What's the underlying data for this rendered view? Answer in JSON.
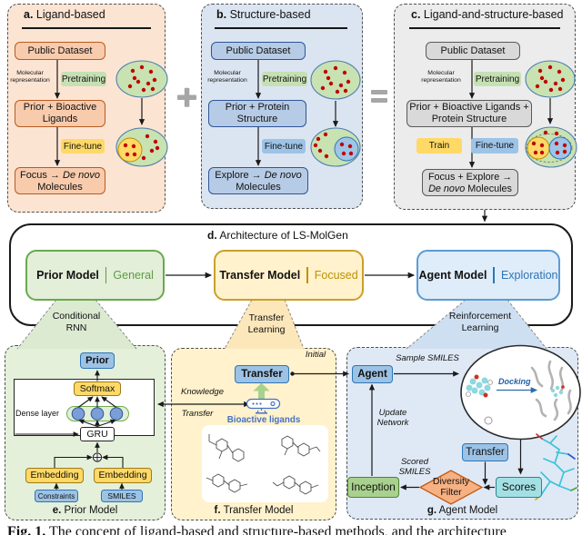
{
  "operators": {
    "plus": "+",
    "equals": "="
  },
  "panel_a": {
    "label": "a.",
    "title": "Ligand-based",
    "public_dataset": "Public Dataset",
    "molecular_representation": "Molecular\nrepresentation",
    "pretraining": "Pretraining",
    "prior_box": "Prior + Bioactive Ligands",
    "finetune": "Fine-tune",
    "result": {
      "prefix": "Focus → ",
      "italic": "De novo",
      "suffix": " Molecules"
    }
  },
  "panel_b": {
    "label": "b.",
    "title": "Structure-based",
    "public_dataset": "Public Dataset",
    "molecular_representation": "Molecular\nrepresentation",
    "pretraining": "Pretraining",
    "prior_box": "Prior + Protein Structure",
    "finetune": "Fine-tune",
    "result": {
      "prefix": "Explore → ",
      "italic": "De novo",
      "suffix": " Molecules"
    }
  },
  "panel_c": {
    "label": "c.",
    "title": "Ligand-and-structure-based",
    "public_dataset": "Public Dataset",
    "molecular_representation": "Molecular\nrepresentation",
    "pretraining": "Pretraining",
    "prior_box": "Prior + Bioactive Ligands + Protein Structure",
    "train": "Train",
    "finetune": "Fine-tune",
    "result": {
      "prefix": "Focus + Explore → ",
      "italic": "De novo",
      "suffix": " Molecules"
    }
  },
  "panel_d": {
    "label": "d.",
    "title": "Architecture of LS-MolGen",
    "prior_model": {
      "name": "Prior Model",
      "tag": "General"
    },
    "transfer_model": {
      "name": "Transfer Model",
      "tag": "Focused"
    },
    "agent_model": {
      "name": "Agent Model",
      "tag": "Exploration"
    },
    "funnel_conditional_rnn": "Conditional\nRNN",
    "funnel_transfer_learning": "Transfer\nLearning",
    "funnel_reinforcement_learning": "Reinforcement\nLearning"
  },
  "panel_e": {
    "label": "e.",
    "caption": "Prior Model",
    "prior": "Prior",
    "softmax": "Softmax",
    "dense_layer": "Dense layer",
    "gru": "GRU",
    "embedding_left": "Embedding",
    "embedding_right": "Embedding",
    "constraints": "Constraints",
    "smiles": "SMILES"
  },
  "panel_f": {
    "label": "f.",
    "caption": "Transfer Model",
    "transfer": "Transfer",
    "initial": "Initial",
    "knowledge": "Knowledge",
    "transfer_word": "Transfer",
    "bioactive_ligands": "Bioactive ligands"
  },
  "panel_g": {
    "label": "g.",
    "caption": "Agent Model",
    "agent": "Agent",
    "sample_smiles": "Sample SMILES",
    "docking": "Docking",
    "transfer": "Transfer",
    "scores": "Scores",
    "diversity_filter": "Diversity\nFilter",
    "inception": "Inception",
    "scored_smiles": "Scored\nSMILES",
    "update_network": "Update\nNetwork"
  },
  "figure_caption": {
    "label": "Fig. 1.",
    "text": "The concept of ligand-based and structure-based methods, and the architecture"
  },
  "colors": {
    "panel_a_bg": "#fce4d3",
    "panel_a_box": "#f8cbad",
    "panel_a_box_border": "#b65c1f",
    "panel_b_bg": "#dbe5f1",
    "panel_b_box": "#b6cbe5",
    "panel_b_box_border": "#2f5597",
    "panel_c_bg": "#ececec",
    "panel_c_box": "#d9d9d9",
    "panel_c_box_border": "#595959",
    "pretraining_badge": "#c6e0b4",
    "finetune_yellow": "#ffd966",
    "finetune_blue": "#9dc3e6",
    "prior_model_accent": "#5d9b43",
    "transfer_model_accent": "#bf9000",
    "agent_model_accent": "#2e75b6",
    "venn_green": "#c9e2b2",
    "venn_dot": "#c00000",
    "venn_yellow": "#ffd966",
    "venn_blue": "#9ec5e8",
    "scores_box": "#a3e0e4",
    "inception_box": "#a9d18e",
    "diversity_diamond": "#f6b183",
    "bioactive_blue": "#4472c4"
  }
}
